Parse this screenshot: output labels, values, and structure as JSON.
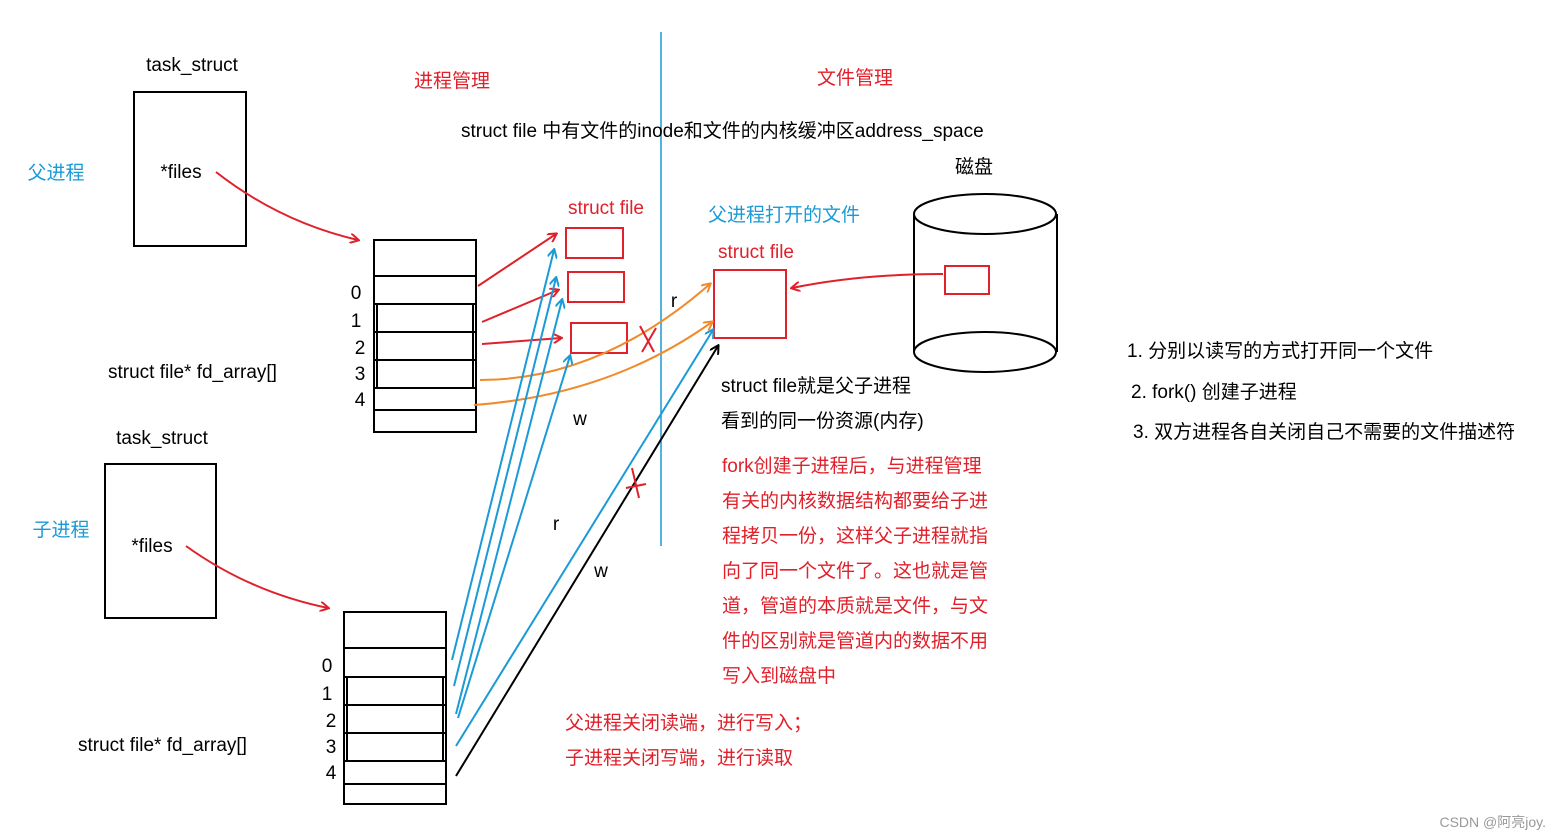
{
  "labels": {
    "parent_task_struct": "task_struct",
    "child_task_struct": "task_struct",
    "parent_files": "*files",
    "child_files": "*files",
    "parent_process": "父进程",
    "child_process": "子进程",
    "process_mgmt": "进程管理",
    "file_mgmt": "文件管理",
    "struct_file_note": "struct file 中有文件的inode和文件的内核缓冲区address_space",
    "disk": "磁盘",
    "struct_file_group": "struct file",
    "parent_opened_file": "父进程打开的文件",
    "struct_file_main": "struct file",
    "parent_fd_array": "struct file* fd_array[]",
    "child_fd_array": "struct file* fd_array[]",
    "r_top": "r",
    "w_mid": "w",
    "r_bottom": "r",
    "w_bottom": "w",
    "watermark": "CSDN @阿亮joy."
  },
  "fd_indices": [
    "0",
    "1",
    "2",
    "3",
    "4"
  ],
  "shared_note": [
    "struct file就是父子进程",
    "看到的同一份资源(内存)"
  ],
  "fork_note": [
    "fork创建子进程后，与进程管理",
    "有关的内核数据结构都要给子进",
    "程拷贝一份，这样父子进程就指",
    "向了同一个文件了。这也就是管",
    "道，管道的本质就是文件，与文",
    "件的区别就是管道内的数据不用",
    "写入到磁盘中"
  ],
  "close_note": [
    "父进程关闭读端，进行写入；",
    "子进程关闭写端，进行读取"
  ],
  "steps": [
    "1. 分别以读写的方式打开同一个文件",
    "2. fork() 创建子进程",
    "3. 双方进程各自关闭自己不需要的文件描述符"
  ],
  "colors": {
    "red": "#e0202a",
    "blue": "#1a9ad6",
    "orange": "#f08a2a",
    "black": "#000000",
    "gray": "#999999"
  }
}
